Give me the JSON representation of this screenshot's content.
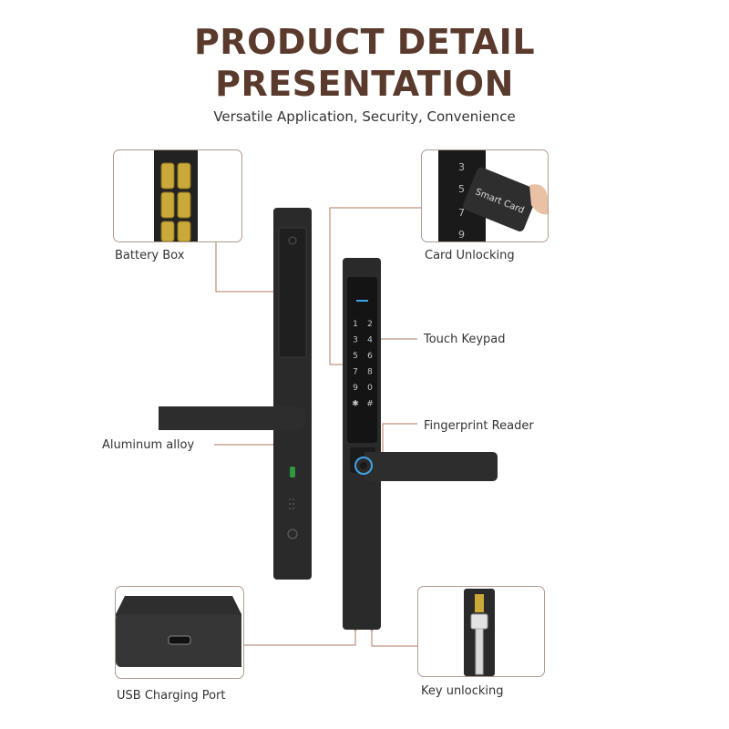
{
  "header": {
    "title_line1": "PRODUCT DETAIL",
    "title_line2": "PRESENTATION",
    "subtitle": "Versatile Application, Security, Convenience"
  },
  "features": {
    "battery_box": "Battery Box",
    "card_unlocking": "Card Unlocking",
    "touch_keypad": "Touch Keypad",
    "fingerprint_reader": "Fingerprint Reader",
    "aluminum_alloy": "Aluminum alloy",
    "usb_charging_port": "USB Charging Port",
    "key_unlocking": "Key unlocking"
  },
  "card_inset": {
    "card_text": "Smart Card"
  },
  "keypad": {
    "keys": [
      "1",
      "2",
      "3",
      "4",
      "5",
      "6",
      "7",
      "8",
      "9",
      "0",
      "✱",
      "#"
    ]
  },
  "colors": {
    "accent": "#5a3a2c",
    "leader": "#b07a60",
    "device": "#2b2b2b"
  }
}
